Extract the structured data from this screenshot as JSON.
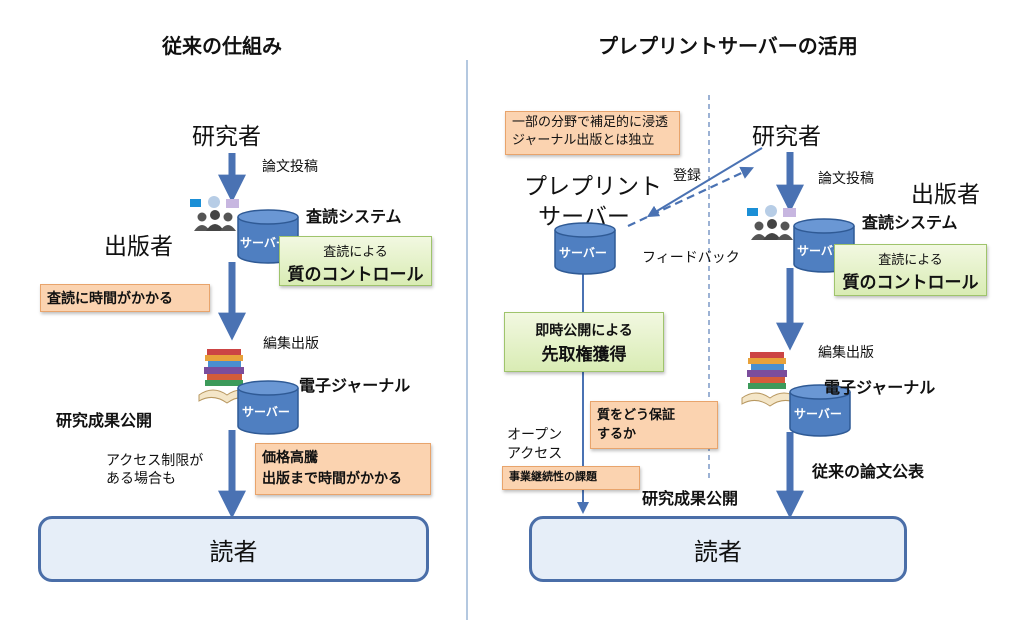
{
  "left": {
    "title": "従来の仕組み",
    "researcher": "研究者",
    "submission": "論文投稿",
    "publisher": "出版者",
    "review_system": "査読システム",
    "server": "サーバー",
    "review_by": "査読による",
    "quality_control": "質のコントロール",
    "time_note": "査読に時間がかかる",
    "edit_publish": "編集出版",
    "ejournal": "電子ジャーナル",
    "server2": "サーバー",
    "result_publish": "研究成果公開",
    "access_note_1": "アクセス制限が",
    "access_note_2": "ある場合も",
    "price_note_1": "価格高騰",
    "price_note_2": "出版まで時間がかかる",
    "reader": "読者"
  },
  "right": {
    "title": "プレプリントサーバーの活用",
    "note_field_1": "一部の分野で補足的に浸透",
    "note_field_2": "ジャーナル出版とは独立",
    "researcher": "研究者",
    "register": "登録",
    "preprint_1": "プレプリント",
    "preprint_2": "サーバー",
    "preprint_server": "サーバー",
    "feedback": "フィードバック",
    "submission": "論文投稿",
    "publisher": "出版者",
    "review_system": "査読システム",
    "server": "サーバー",
    "review_by": "査読による",
    "quality_control": "質のコントロール",
    "instant_1": "即時公開による",
    "instant_2": "先取権獲得",
    "edit_publish": "編集出版",
    "ejournal": "電子ジャーナル",
    "server2": "サーバー",
    "quality_q_1": "質をどう保証",
    "quality_q_2": "するか",
    "open_access_1": "オープン",
    "open_access_2": "アクセス",
    "business_note": "事業継続性の課題",
    "result_publish": "研究成果公開",
    "traditional_publish": "従来の論文公表",
    "reader": "読者"
  }
}
